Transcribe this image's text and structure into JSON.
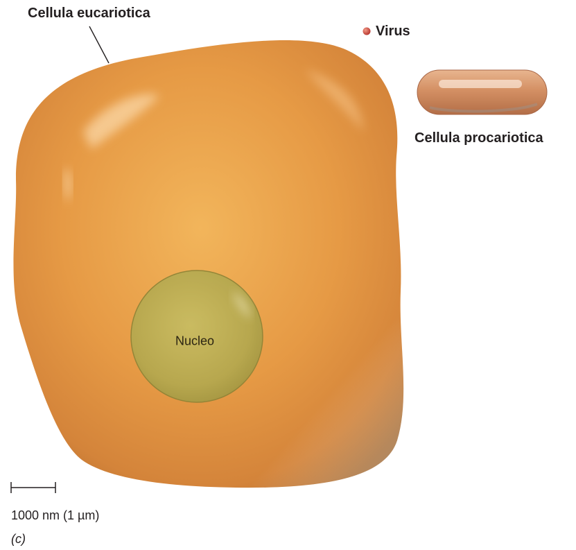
{
  "labels": {
    "eukaryotic_cell": "Cellula eucariotica",
    "virus": "Virus",
    "prokaryotic_cell": "Cellula procariotica",
    "nucleus": "Nucleo",
    "scale_bar": "1000 nm (1 µm)",
    "panel": "(c)"
  },
  "colors": {
    "eukaryotic_cell_body": "#e69a45",
    "eukaryotic_cell_shadow": "#b3712a",
    "nucleus_fill": "#b9ac52",
    "nucleus_stroke": "#8f8437",
    "prokaryotic_cell_body": "#cf8b5e",
    "virus": "#c9443b",
    "text": "#231f20"
  }
}
